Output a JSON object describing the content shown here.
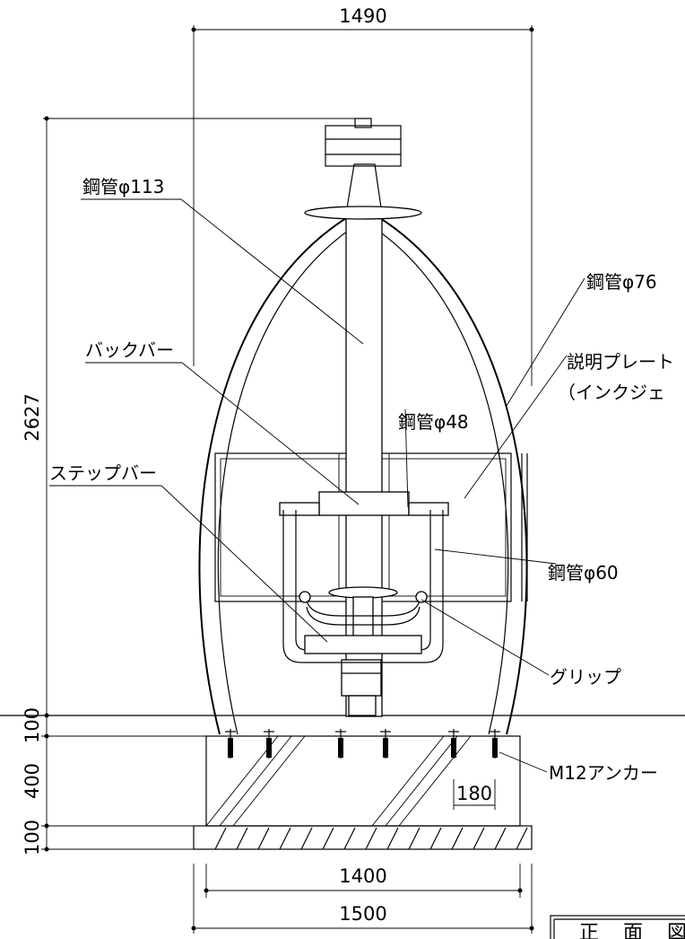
{
  "dimensions": {
    "overall_width": "1490",
    "height": "2627",
    "foundation_width": "1400",
    "base_width": "1500",
    "anchor_spacing": "180",
    "top_layer": "100",
    "footing_depth": "400",
    "base_layer": "100"
  },
  "labels": {
    "pipe_113": "鋼管φ113",
    "pipe_76": "鋼管φ76",
    "pipe_48": "鋼管φ48",
    "pipe_60": "鋼管φ60",
    "back_bar": "バックバー",
    "step_bar": "ステップバー",
    "plate_line1": "説明プレート",
    "plate_line2": "（インクジェ",
    "grip": "グリップ",
    "anchor": "M12アンカー"
  },
  "title_block": {
    "title": "正 面 図"
  }
}
